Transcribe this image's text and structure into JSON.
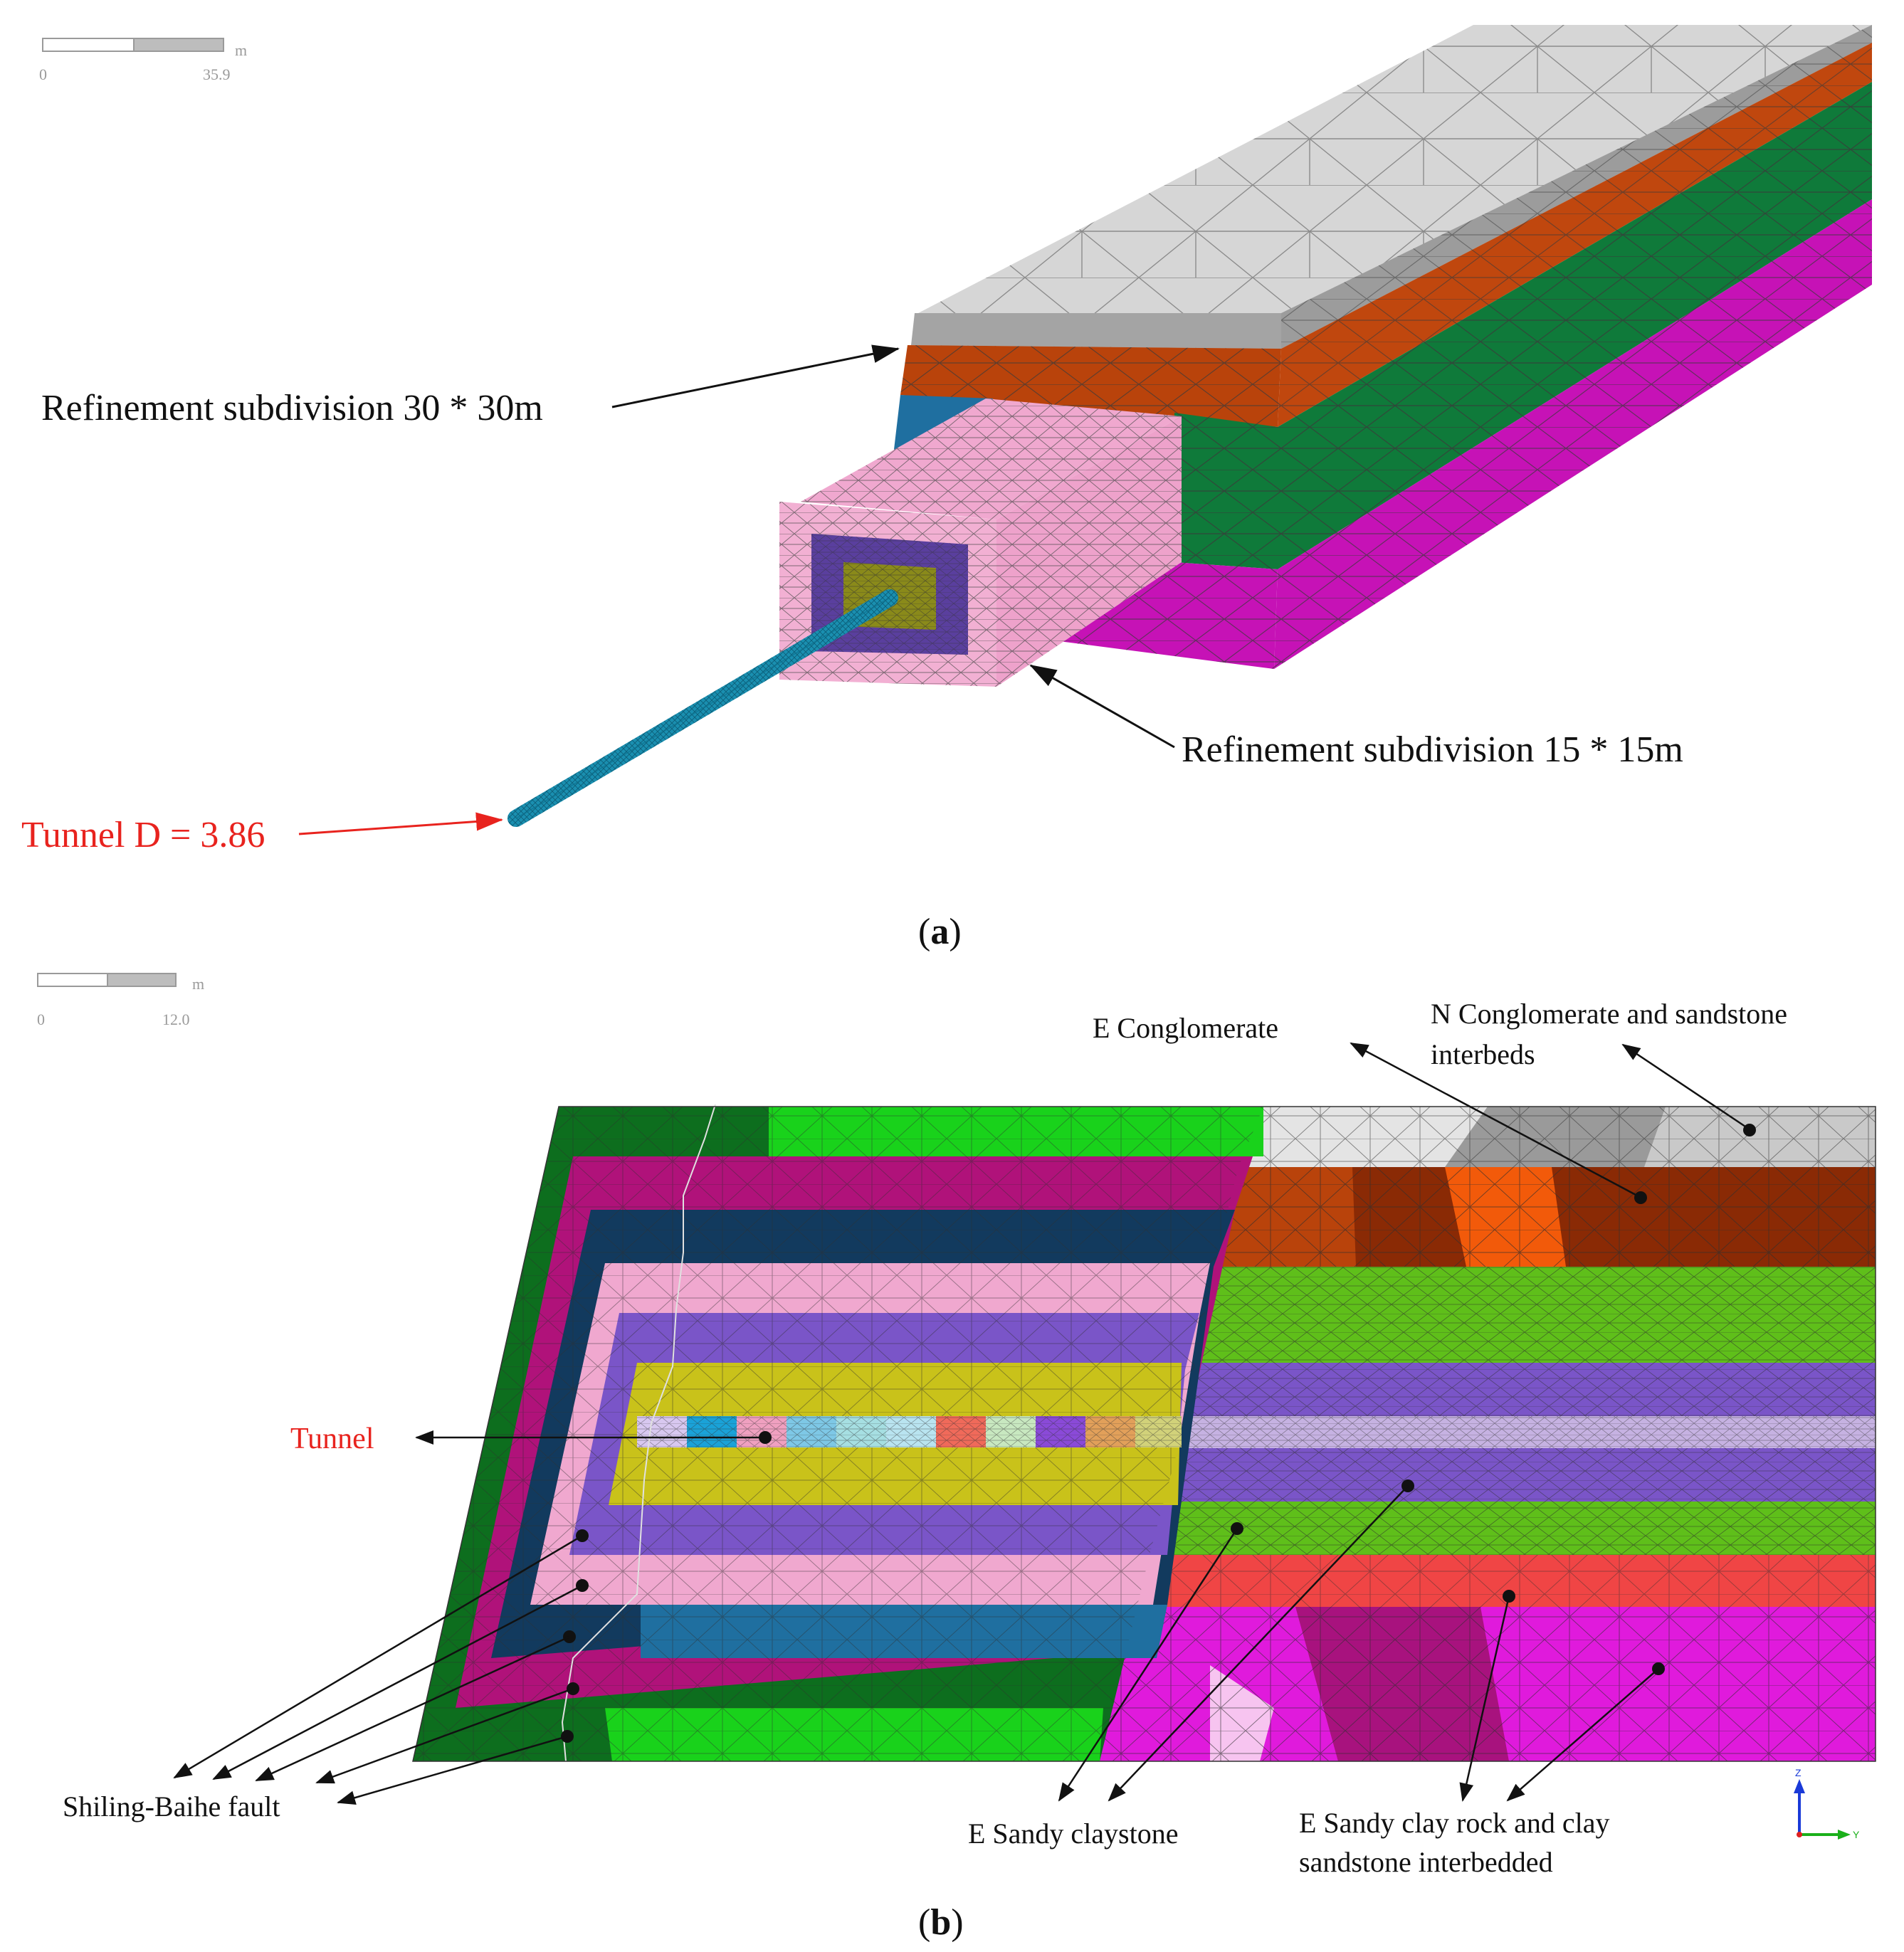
{
  "colors": {
    "top_gray": "#d4d4d4",
    "dark_gray": "#9c9c9c",
    "orange_brown": "#b9430b",
    "green": "#0f7a3a",
    "magenta": "#c612b6",
    "pink": "#f0a8cf",
    "purple": "#5a3f9e",
    "olive": "#8a8a1a",
    "tunnel_blue": "#1a8fb0",
    "steel_blue": "#1f6fa0",
    "bright_green": "#19d21b",
    "dark_green": "#0d6e1e",
    "maroon_magenta": "#b0127a",
    "navy": "#123a5e",
    "violet": "#7a55c8",
    "yellow": "#c9c21a",
    "lime": "#5fbf1a",
    "salmon": "#f04545",
    "dark_brown": "#8a2a05",
    "hot_pink": "#e01adc",
    "light_gray": "#dcdcdc",
    "arrow_black": "#111111",
    "arrow_red": "#e8231e"
  },
  "panel_a": {
    "scale": {
      "unit": "m",
      "zero": "0",
      "max": "35.9"
    },
    "labels": {
      "refine_30": "Refinement subdivision 30 * 30m",
      "refine_15": "Refinement subdivision 15 * 15m",
      "tunnel": "Tunnel D = 3.86"
    },
    "caption": {
      "open": "(",
      "letter": "a",
      "close": ")"
    }
  },
  "panel_b": {
    "scale": {
      "unit": "m",
      "zero": "0",
      "max": "12.0"
    },
    "labels": {
      "e_conglomerate": "E  Conglomerate",
      "n_conglomerate_l1": "N  Conglomerate and sandstone",
      "n_conglomerate_l2": "interbeds",
      "tunnel": "Tunnel",
      "fault": "Shiling-Baihe fault",
      "sandy_claystone": "E  Sandy claystone",
      "sandy_clay_rock_l1": "E  Sandy clay rock and clay",
      "sandy_clay_rock_l2": "sandstone interbedded"
    },
    "axes": {
      "z": "Z",
      "y": "Y"
    },
    "caption": {
      "open": "(",
      "letter": "b",
      "close": ")"
    }
  }
}
